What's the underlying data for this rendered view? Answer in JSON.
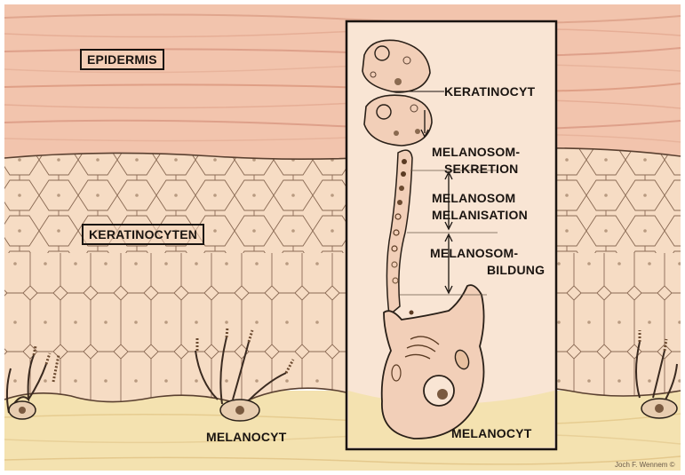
{
  "labels": {
    "epidermis": "EPIDERMIS",
    "keratinocyten": "KERATINOCYTEN",
    "melanocyt_left": "MELANOCYT",
    "keratinocyt": "KERATINOCYT",
    "sekretion_1": "MELANOSOM-",
    "sekretion_2": "SEKRETION",
    "melanisation_1": "MELANOSOM",
    "melanisation_2": "MELANISATION",
    "bildung_1": "MELANOSOM-",
    "bildung_2": "BILDUNG",
    "melanocyt_right": "MELANOCYT"
  },
  "credit": "Joch F. Wennem ©",
  "colors": {
    "stratum_corneum": "#f2c4ad",
    "cell_layer": "#f6dcc4",
    "dermis": "#f4e2b0",
    "inset_bg": "#f9e5d4",
    "outline": "#2a2018",
    "melanin": "#6b4a30"
  }
}
